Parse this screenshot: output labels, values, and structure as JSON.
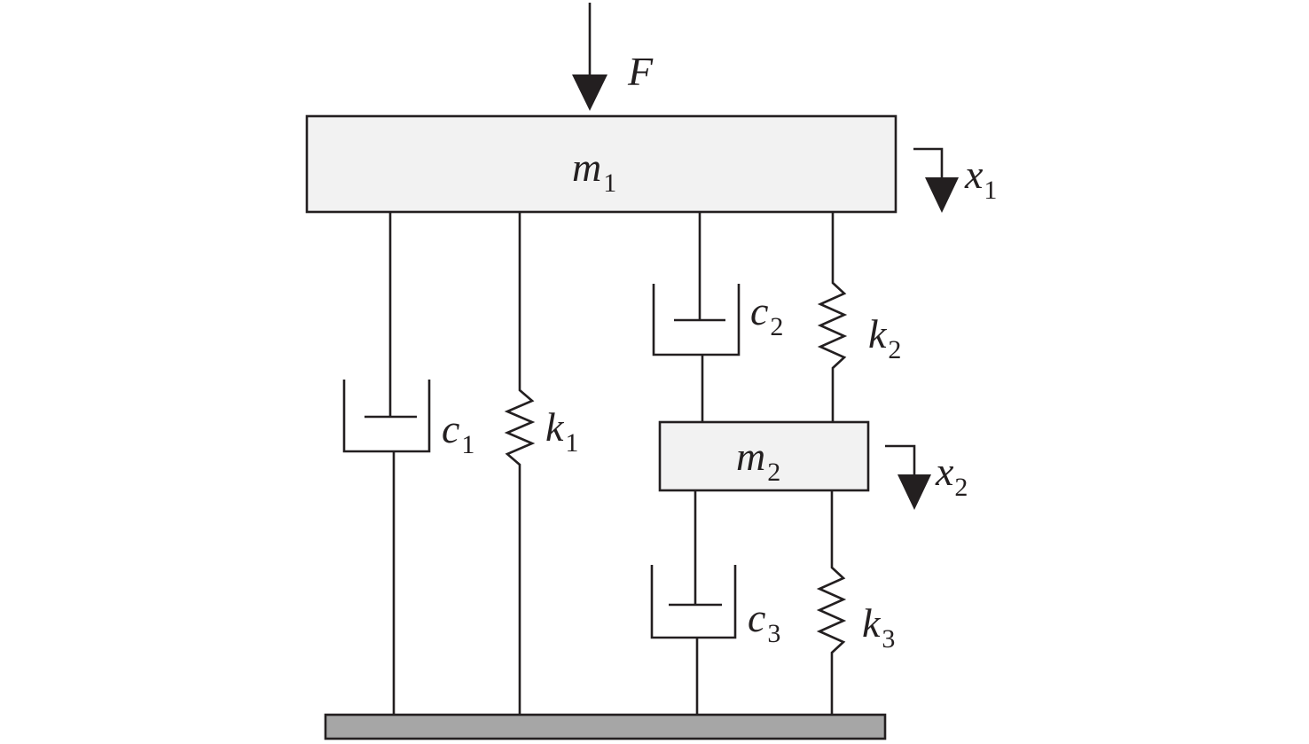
{
  "colors": {
    "line": "#231f20",
    "mass_fill": "#f2f2f2",
    "ground_fill": "#a6a6a6",
    "background": "#ffffff"
  },
  "force": {
    "symbol": "F"
  },
  "masses": [
    {
      "symbol": "m",
      "sub": "1"
    },
    {
      "symbol": "m",
      "sub": "2"
    }
  ],
  "dampers": [
    {
      "symbol": "c",
      "sub": "1"
    },
    {
      "symbol": "c",
      "sub": "2"
    },
    {
      "symbol": "c",
      "sub": "3"
    }
  ],
  "springs": [
    {
      "symbol": "k",
      "sub": "1"
    },
    {
      "symbol": "k",
      "sub": "2"
    },
    {
      "symbol": "k",
      "sub": "3"
    }
  ],
  "displacements": [
    {
      "symbol": "x",
      "sub": "1"
    },
    {
      "symbol": "x",
      "sub": "2"
    }
  ]
}
